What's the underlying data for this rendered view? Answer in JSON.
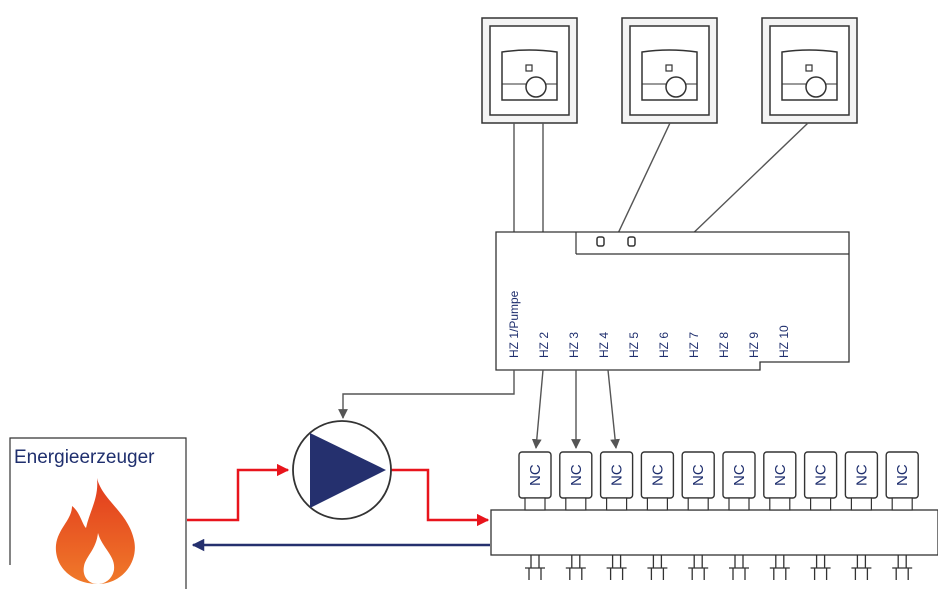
{
  "energy_source": {
    "title": "Energieerzeuger",
    "icon": "flame-icon"
  },
  "thermostats": [
    {
      "name": "room-thermostat-1",
      "icon": "thermostat-icon"
    },
    {
      "name": "room-thermostat-2",
      "icon": "thermostat-icon"
    },
    {
      "name": "room-thermostat-3",
      "icon": "thermostat-icon"
    }
  ],
  "controller": {
    "zones": [
      "HZ 1/Pumpe",
      "HZ 2",
      "HZ 3",
      "HZ 4",
      "HZ 5",
      "HZ 6",
      "HZ 7",
      "HZ 8",
      "HZ 9",
      "HZ 10"
    ]
  },
  "actuators": [
    "NC",
    "NC",
    "NC",
    "NC",
    "NC",
    "NC",
    "NC",
    "NC",
    "NC",
    "NC"
  ],
  "pump": {
    "icon": "pump-icon"
  },
  "colors": {
    "supply": "#e8141c",
    "return": "#25306e",
    "wire": "#555555",
    "label": "#1f2f6e",
    "flame_outer": "#e8481f",
    "flame_inner": "#f7a53a"
  }
}
